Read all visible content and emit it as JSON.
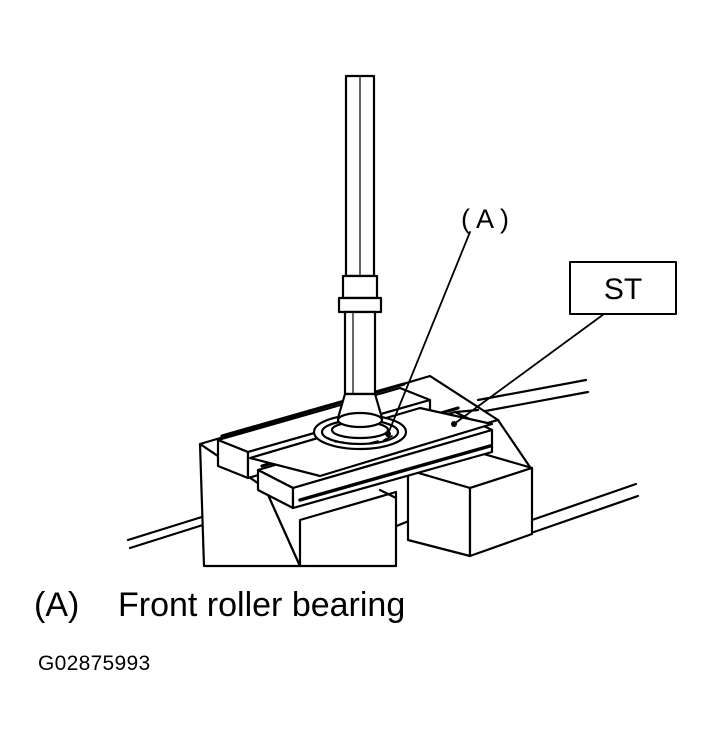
{
  "figure": {
    "callout_a": "( A )",
    "callout_st": "ST"
  },
  "legend": [
    {
      "key": "(A)",
      "text": "Front roller bearing"
    }
  ],
  "figure_id": "G02875993"
}
